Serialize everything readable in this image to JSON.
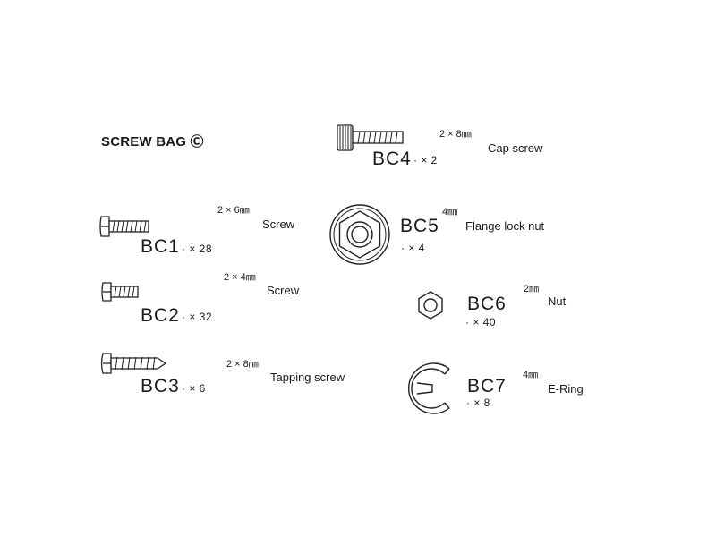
{
  "title": "SCREW BAG Ⓒ",
  "parts": [
    {
      "code": "BC1",
      "qty": "· × 28",
      "size": "2 × 6㎜",
      "name": "Screw"
    },
    {
      "code": "BC2",
      "qty": "· × 32",
      "size": "2 × 4㎜",
      "name": "Screw"
    },
    {
      "code": "BC3",
      "qty": "· × 6",
      "size": "2 × 8㎜",
      "name": "Tapping screw"
    },
    {
      "code": "BC4",
      "qty": "· × 2",
      "size": "2 × 8㎜",
      "name": "Cap screw"
    },
    {
      "code": "BC5",
      "qty": "· × 4",
      "size": "4㎜",
      "name": "Flange lock nut"
    },
    {
      "code": "BC6",
      "qty": "· × 40",
      "size": "2㎜",
      "name": "Nut"
    },
    {
      "code": "BC7",
      "qty": "· × 8",
      "size": "4㎜",
      "name": "E-Ring"
    }
  ]
}
